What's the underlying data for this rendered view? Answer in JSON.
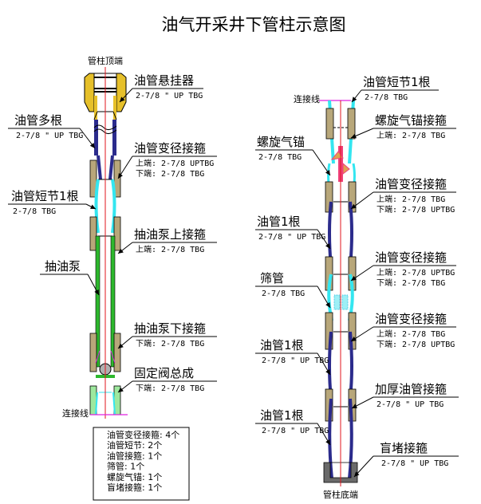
{
  "title": "油气开采井下管柱示意图",
  "left_string": {
    "top_label": "管柱顶端",
    "connect_label": "连接线",
    "callouts": [
      {
        "id": "hanger",
        "title": "油管悬挂器",
        "lines": [
          "2-7/8 \" UP TBG"
        ]
      },
      {
        "id": "tubing-multi",
        "title": "油管多根",
        "lines": [
          "2-7/8 \" UP TBG"
        ]
      },
      {
        "id": "crossover-1",
        "title": "油管变径接箍",
        "lines": [
          "上端: 2-7/8 UPTBG",
          "下端: 2-7/8 TBG"
        ]
      },
      {
        "id": "pup-joint",
        "title": "油管短节1根",
        "lines": [
          "2-7/8 TBG"
        ]
      },
      {
        "id": "pump-upper-coupling",
        "title": "抽油泵上接箍",
        "lines": [
          "上端: 2-7/8 TBG"
        ]
      },
      {
        "id": "pump",
        "title": "抽油泵",
        "lines": []
      },
      {
        "id": "pump-lower-coupling",
        "title": "抽油泵下接箍",
        "lines": [
          "下端: 2-7/8 TBG"
        ]
      },
      {
        "id": "standing-valve",
        "title": "固定阀总成",
        "lines": [
          "下端: 2-7/8 TBG"
        ]
      }
    ]
  },
  "right_string": {
    "connect_label": "连接线",
    "bottom_label": "管柱底端",
    "callouts": [
      {
        "id": "pup-joint-r",
        "title": "油管短节1根",
        "lines": [
          "2-7/8 TBG"
        ]
      },
      {
        "id": "gas-anchor-coupling",
        "title": "螺旋气锚接箍",
        "lines": [
          "上端: 2-7/8 TBG"
        ]
      },
      {
        "id": "gas-anchor",
        "title": "螺旋气锚",
        "lines": [
          "2-7/8 TBG"
        ]
      },
      {
        "id": "crossover-2",
        "title": "油管变径接箍",
        "lines": [
          "上端: 2-7/8 TBG",
          "下端: 2-7/8 UPTBG"
        ]
      },
      {
        "id": "tubing-1a",
        "title": "油管1根",
        "lines": [
          "2-7/8 \" UP TBG"
        ]
      },
      {
        "id": "crossover-3",
        "title": "油管变径接箍",
        "lines": [
          "上端: 2-7/8 UPTBG",
          "下端: 2-7/8 TBG"
        ]
      },
      {
        "id": "screen",
        "title": "筛管",
        "lines": [
          "2-7/8 TBG"
        ]
      },
      {
        "id": "crossover-4",
        "title": "油管变径接箍",
        "lines": [
          "上端: 2-7/8 TBG",
          "下端: 2-7/8 UPTBG"
        ]
      },
      {
        "id": "tubing-1b",
        "title": "油管1根",
        "lines": [
          "2-7/8 \" UP TBG"
        ]
      },
      {
        "id": "upset-coupling",
        "title": "加厚油管接箍",
        "lines": [
          "2-7/8 \" UP TBG"
        ]
      },
      {
        "id": "tubing-1c",
        "title": "油管1根",
        "lines": [
          "2-7/8 \" UP TBG"
        ]
      },
      {
        "id": "bull-plug",
        "title": "盲堵接箍",
        "lines": [
          "2-7/8 \" UP TBG"
        ]
      }
    ]
  },
  "inventory": [
    "油管变径接箍: 4个",
    "油管短节: 2个",
    "油管接箍: 1个",
    "筛管: 1个",
    "螺旋气锚: 1个",
    "盲堵接箍: 1个"
  ],
  "colors": {
    "tubing_up": "#2b2b8c",
    "pup": "#33e6f0",
    "pump": "#2db82d",
    "coupling": "#b8a77a",
    "hanger": "#e6c02a",
    "centerline": "#e0141e",
    "connect": "#e020e0",
    "anchor": "#f0407a",
    "anchor_fill": "#e0a050",
    "plug": "#6a6a6a"
  }
}
